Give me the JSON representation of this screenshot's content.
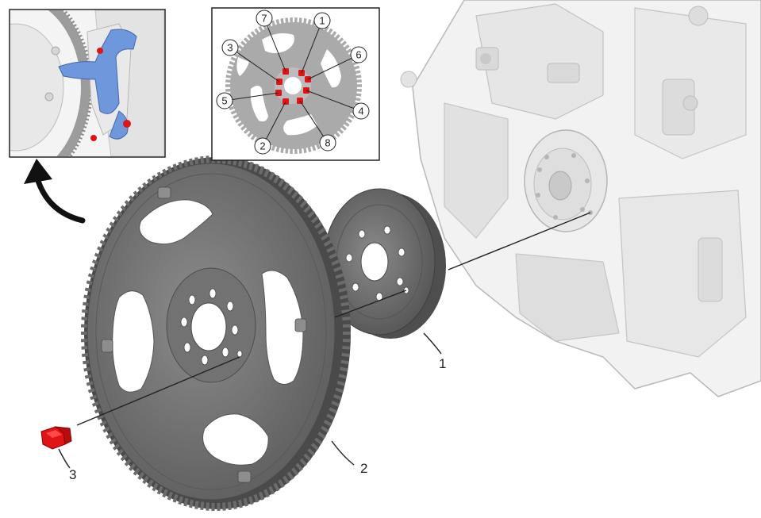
{
  "colors": {
    "part_dark": "#6a6a6a",
    "part_mid": "#858585",
    "part_light": "#9a9a9a",
    "engine_light": "#f3f3f3",
    "engine_shadow": "#d4d4d4",
    "bolt_red": "#e01414",
    "tool_blue": "#6f98dc",
    "inset_gear": "#aaaaaa",
    "leader": "#222222"
  },
  "callouts": {
    "reinforcement_plate": "1",
    "flexplate": "2",
    "bolt": "3"
  },
  "bolt_sequence": {
    "labels": [
      "1",
      "2",
      "3",
      "4",
      "5",
      "6",
      "7",
      "8"
    ]
  },
  "icons": {
    "detail_arrow": "curved-arrow-up-icon"
  }
}
